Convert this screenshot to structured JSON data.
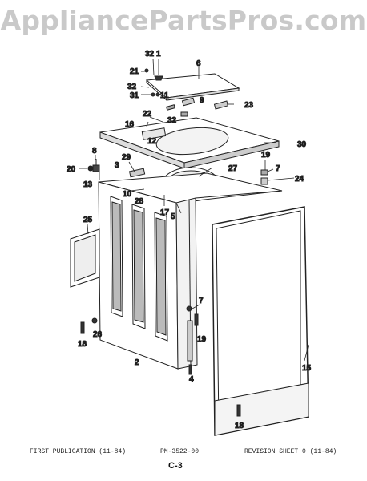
{
  "watermark": "AppliancePartsPros.com",
  "callouts": [
    "32",
    "1",
    "21",
    "6",
    "32",
    "31",
    "11",
    "9",
    "23",
    "22",
    "32",
    "16",
    "12",
    "30",
    "8",
    "29",
    "3",
    "20",
    "27",
    "7",
    "24",
    "13",
    "10",
    "28",
    "17",
    "5",
    "19",
    "25",
    "7",
    "18",
    "26",
    "19",
    "2",
    "4",
    "15",
    "18"
  ],
  "footer": {
    "left": "FIRST PUBLICATION (11-84)",
    "center": "PM-3522-00",
    "right": "REVISION SHEET 0 (11-84)",
    "page_code": "C-3"
  }
}
